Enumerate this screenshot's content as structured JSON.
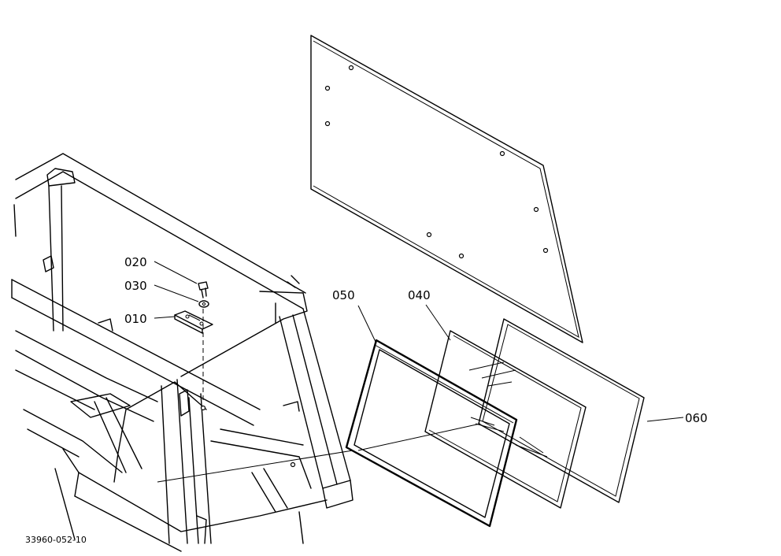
{
  "diagram": {
    "drawing_number": "33960-052-10",
    "callouts": [
      {
        "id": "010",
        "text": "010"
      },
      {
        "id": "020",
        "text": "020"
      },
      {
        "id": "030",
        "text": "030"
      },
      {
        "id": "040",
        "text": "040"
      },
      {
        "id": "050",
        "text": "050"
      },
      {
        "id": "060",
        "text": "060"
      }
    ]
  }
}
